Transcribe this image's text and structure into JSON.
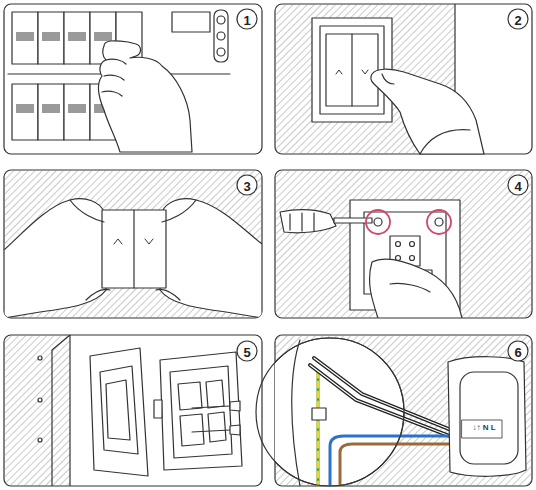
{
  "diagram": {
    "labels": [
      "1",
      "2",
      "3",
      "4",
      "5",
      "6",
      "↓↑ N L"
    ]
  }
}
